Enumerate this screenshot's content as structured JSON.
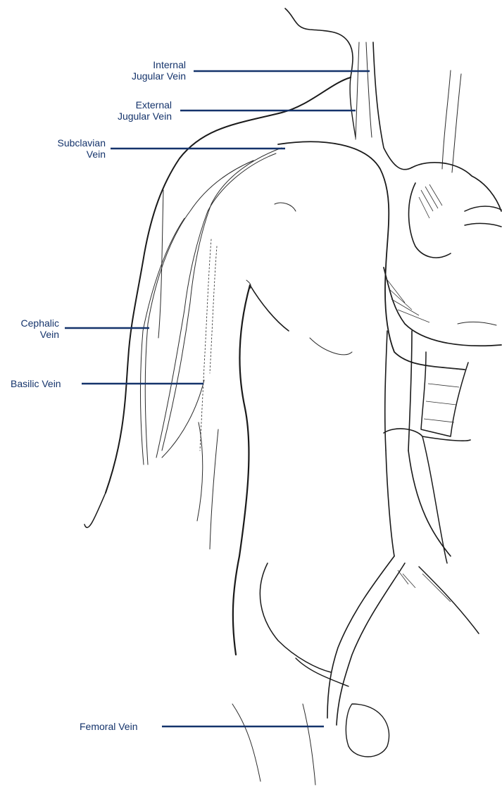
{
  "labels": {
    "internal_jugular": {
      "line1": "Internal",
      "line2": "Jugular Vein"
    },
    "external_jugular": {
      "line1": "External",
      "line2": "Jugular Vein"
    },
    "subclavian": {
      "line1": "Subclavian",
      "line2": "Vein"
    },
    "cephalic": {
      "line1": "Cephalic",
      "line2": "Vein"
    },
    "basilic": {
      "line1": "Basilic Vein"
    },
    "femoral": {
      "line1": "Femoral Vein"
    }
  },
  "colors": {
    "label_text": "#14336b",
    "leader_line": "#14336b",
    "drawing_ink": "#1a1a1a",
    "background": "#ffffff"
  }
}
